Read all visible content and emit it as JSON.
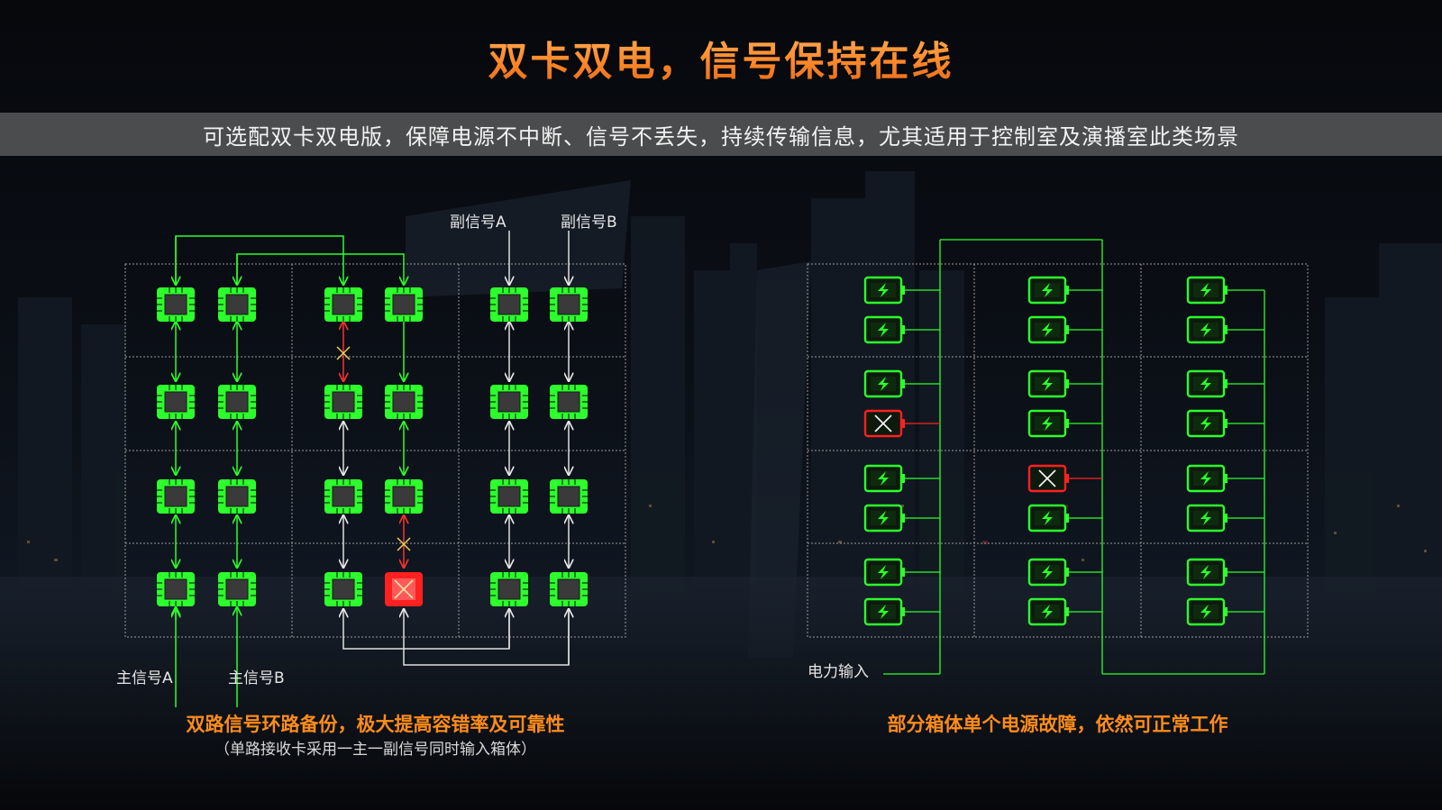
{
  "title": "双卡双电，信号保持在线",
  "subtitle": "可选配双卡双电版，保障电源不中断、信号不丢失，持续传输信息，尤其适用于控制室及演播室此类场景",
  "left": {
    "aux_signal_a": "副信号A",
    "aux_signal_b": "副信号B",
    "main_signal_a": "主信号A",
    "main_signal_b": "主信号B",
    "caption": "双路信号环路备份，极大提高容错率及可靠性",
    "caption_note": "（单路接收卡采用一主一副信号同时输入箱体）"
  },
  "right": {
    "power_input": "电力输入",
    "caption": "部分箱体单个电源故障，依然可正常工作"
  },
  "colors": {
    "title_orange": "#ff8a2a",
    "signal_green": "#2cff2c",
    "fault_red": "#ff2020",
    "caption_orange": "#ff8c1a",
    "grid_dotted": "#9a9a9a"
  },
  "icons": {
    "receiver_card": "chip-icon",
    "power_supply": "battery-icon",
    "failure": "cross-icon"
  }
}
